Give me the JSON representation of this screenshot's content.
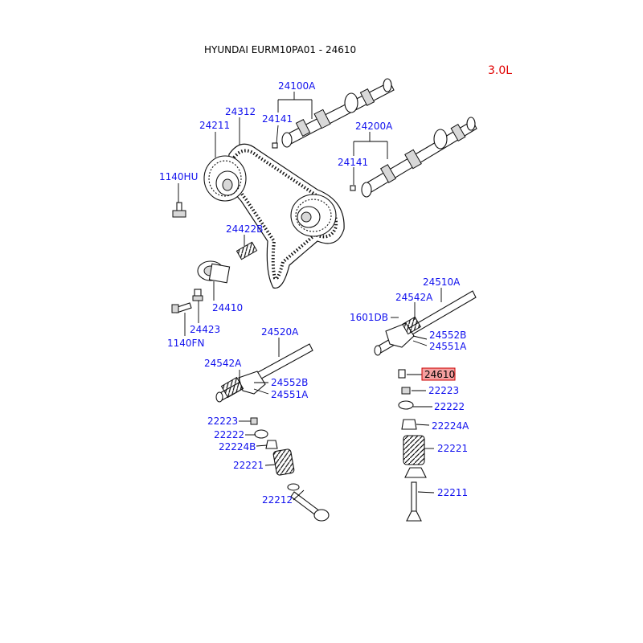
{
  "header": {
    "title": "HYUNDAI EURM10PA01 - 24610",
    "engine": "3.0L"
  },
  "colors": {
    "label": "#1111ee",
    "highlight_fill": "#f4a0a0",
    "highlight_border": "#cc0000",
    "engine_text": "#e00000"
  },
  "labels": {
    "p24100A": "24100A",
    "p24141_top": "24141",
    "p24312": "24312",
    "p24211": "24211",
    "p24200A": "24200A",
    "p24141_mid": "24141",
    "p1140HU": "1140HU",
    "p24422B": "24422B",
    "p24410": "24410",
    "p24423": "24423",
    "p1140FN": "1140FN",
    "p24510A": "24510A",
    "p24542A_right": "24542A",
    "p1601DB": "1601DB",
    "p24552B_right": "24552B",
    "p24551A_right": "24551A",
    "p24520A": "24520A",
    "p24542A_left": "24542A",
    "p24552B_left": "24552B",
    "p24551A_left": "24551A",
    "p24610": "24610",
    "p22223_right": "22223",
    "p22222_right": "22222",
    "p22224A": "22224A",
    "p22221_right": "22221",
    "p22211": "22211",
    "p22223_left": "22223",
    "p22222_left": "22222",
    "p22224B": "22224B",
    "p22221_left": "22221",
    "p22212": "22212"
  }
}
